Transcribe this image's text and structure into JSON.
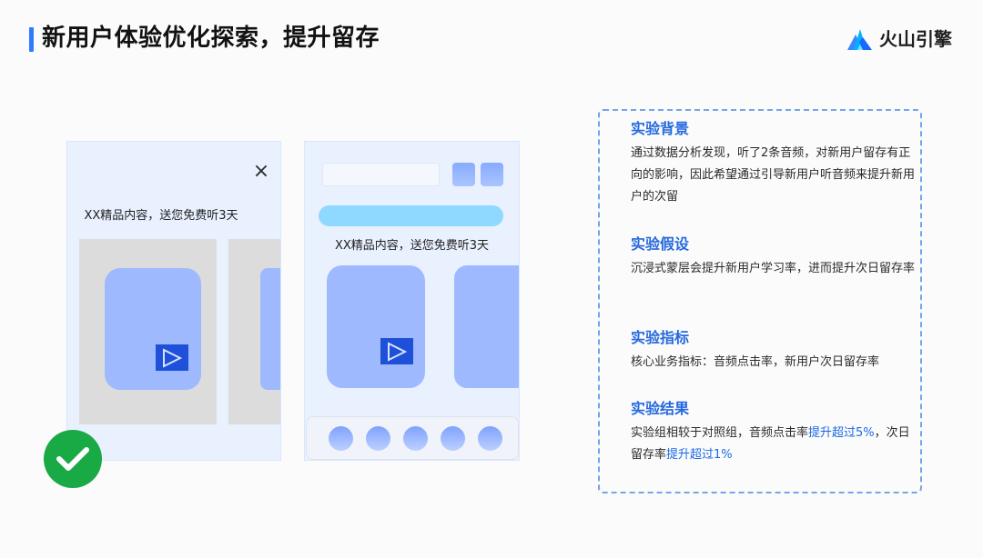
{
  "header": {
    "title": "新用户体验优化探索，提升留存",
    "brand_name": "火山引擎",
    "brand_logo_icon": "volcano-engine-logo-icon"
  },
  "mockups": {
    "left": {
      "promo_text": "XX精品内容，送您免费听3天",
      "close_icon": "close-icon",
      "close_glyph": "×",
      "play_icon": "play-icon"
    },
    "right": {
      "promo_text": "XX精品内容，送您免费听3天",
      "play_icon": "play-icon",
      "nav_dot_count": 5
    }
  },
  "status": {
    "check_icon": "check-circle-icon",
    "color": "#19A945"
  },
  "info_panel": {
    "sections": [
      {
        "title": "实验背景",
        "body": "通过数据分析发现，听了2条音频，对新用户留存有正向的影响，因此希望通过引导新用户听音频来提升新用户的次留"
      },
      {
        "title": "实验假设",
        "body": "沉浸式蒙层会提升新用户学习率，进而提升次日留存率"
      },
      {
        "title": "实验指标",
        "body": "核心业务指标：音频点击率，新用户次日留存率"
      },
      {
        "title": "实验结果",
        "body_prefix": "实验组相较于对照组，音频点击率",
        "highlight_1": "提升超过5%",
        "body_middle": "，次日留存率",
        "highlight_2": "提升超过1%"
      }
    ]
  },
  "colors": {
    "accent": "#2F7BFF",
    "heading": "#2669DE",
    "highlight": "#1A6AE3",
    "card_blue": "#9FB9FF",
    "play_blue": "#1E50D9",
    "banner_blue": "#8FD8FF",
    "dashed_border": "#73A6E6"
  }
}
